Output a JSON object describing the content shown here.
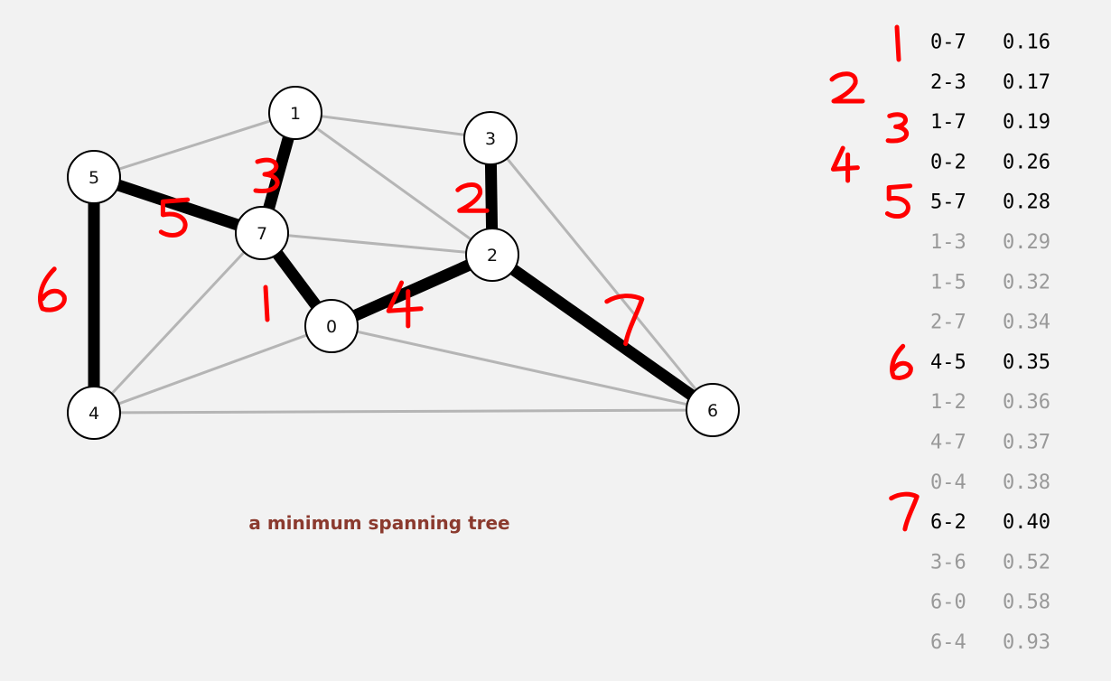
{
  "caption": "a minimum spanning tree",
  "colors": {
    "background": "#f2f2f2",
    "tree_edge": "#000000",
    "non_tree_edge": "#b5b5b5",
    "list_selected": "#000000",
    "list_rejected": "#999999",
    "caption": "#8b3a2e",
    "annotation": "#ff0000"
  },
  "nodes": [
    {
      "id": "0",
      "label": "0"
    },
    {
      "id": "1",
      "label": "1"
    },
    {
      "id": "2",
      "label": "2"
    },
    {
      "id": "3",
      "label": "3"
    },
    {
      "id": "4",
      "label": "4"
    },
    {
      "id": "5",
      "label": "5"
    },
    {
      "id": "6",
      "label": "6"
    },
    {
      "id": "7",
      "label": "7"
    }
  ],
  "edges": [
    {
      "label": "0-7",
      "weight": "0.16",
      "in_mst": true,
      "order": "1"
    },
    {
      "label": "2-3",
      "weight": "0.17",
      "in_mst": true,
      "order": "2"
    },
    {
      "label": "1-7",
      "weight": "0.19",
      "in_mst": true,
      "order": "3"
    },
    {
      "label": "0-2",
      "weight": "0.26",
      "in_mst": true,
      "order": "4"
    },
    {
      "label": "5-7",
      "weight": "0.28",
      "in_mst": true,
      "order": "5"
    },
    {
      "label": "1-3",
      "weight": "0.29",
      "in_mst": false
    },
    {
      "label": "1-5",
      "weight": "0.32",
      "in_mst": false
    },
    {
      "label": "2-7",
      "weight": "0.34",
      "in_mst": false
    },
    {
      "label": "4-5",
      "weight": "0.35",
      "in_mst": true,
      "order": "6"
    },
    {
      "label": "1-2",
      "weight": "0.36",
      "in_mst": false
    },
    {
      "label": "4-7",
      "weight": "0.37",
      "in_mst": false
    },
    {
      "label": "0-4",
      "weight": "0.38",
      "in_mst": false
    },
    {
      "label": "6-2",
      "weight": "0.40",
      "in_mst": true,
      "order": "7"
    },
    {
      "label": "3-6",
      "weight": "0.52",
      "in_mst": false
    },
    {
      "label": "6-0",
      "weight": "0.58",
      "in_mst": false
    },
    {
      "label": "6-4",
      "weight": "0.93",
      "in_mst": false
    }
  ],
  "annotations": {
    "list": [
      "1",
      "2",
      "3",
      "4",
      "5",
      "6",
      "7"
    ],
    "graph": [
      "1",
      "2",
      "3",
      "4",
      "5",
      "6",
      "7"
    ]
  }
}
